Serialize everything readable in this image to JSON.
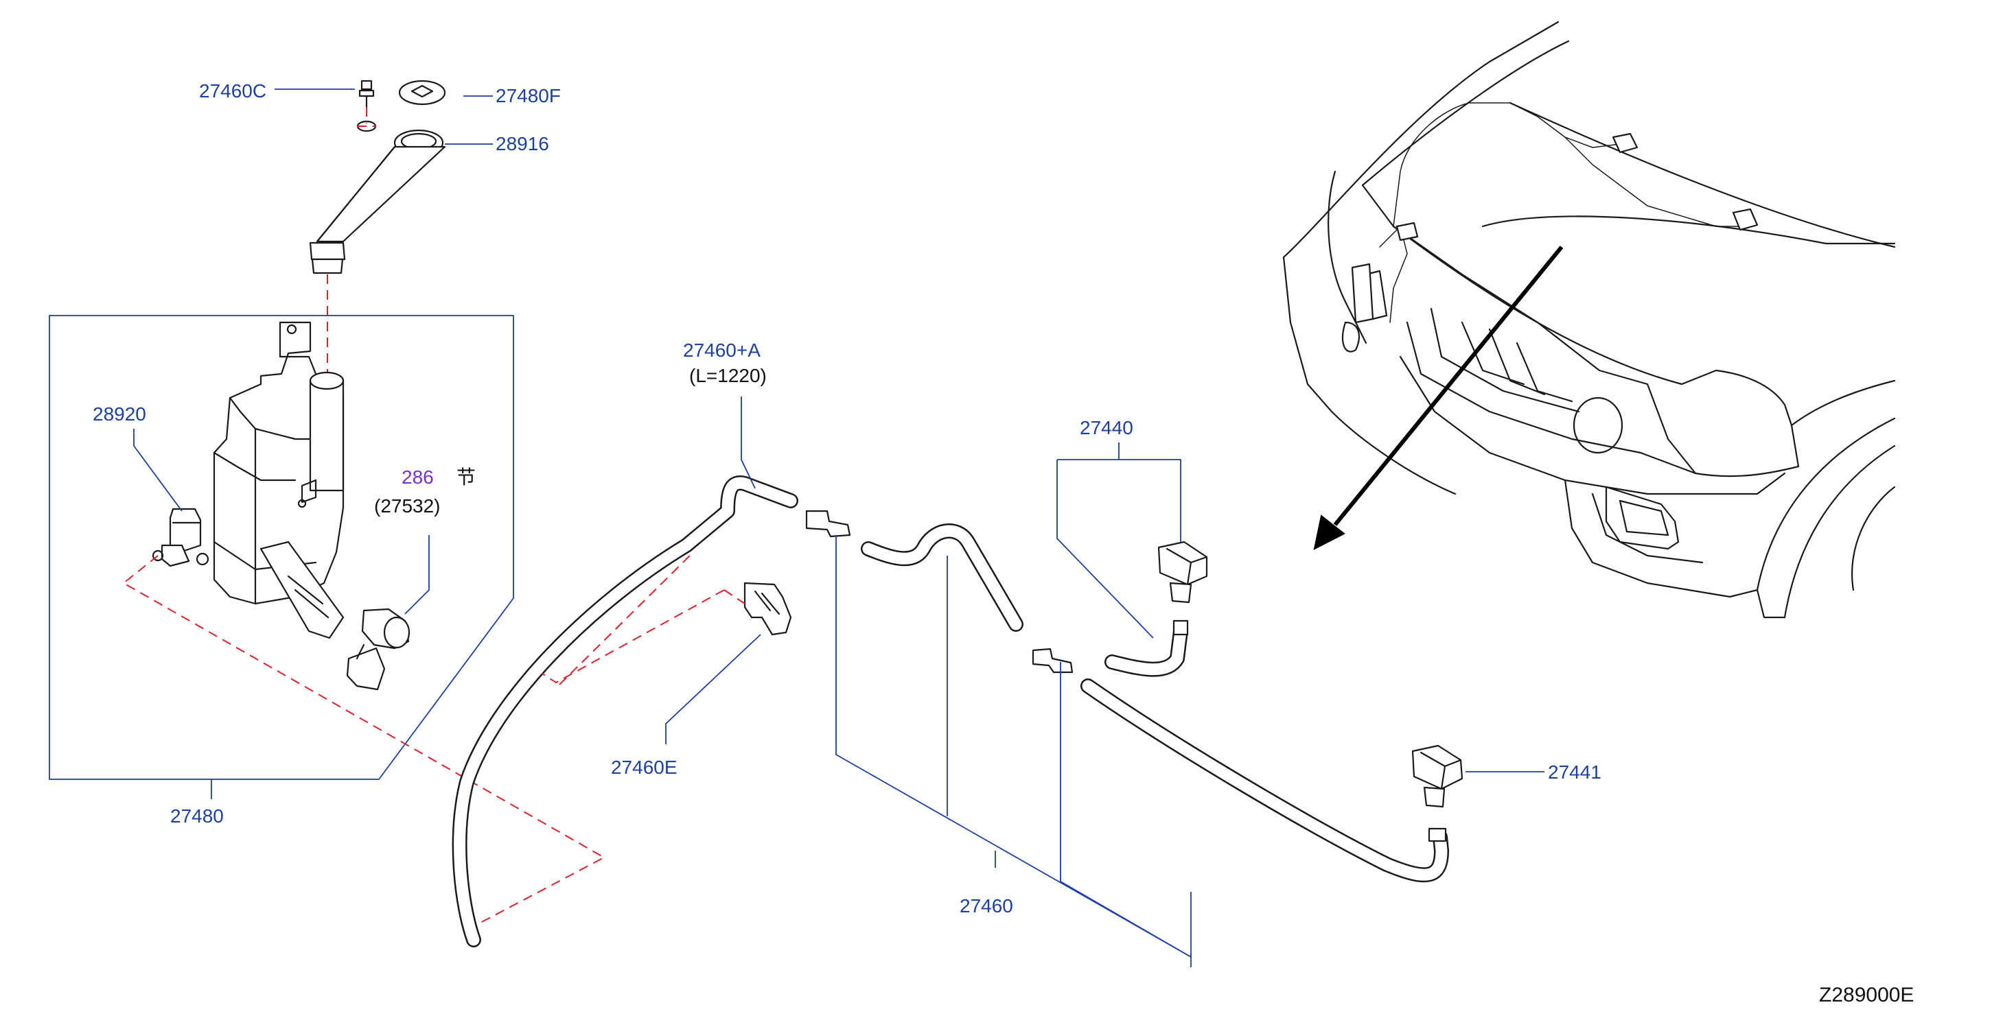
{
  "colors": {
    "label": "#1c3fa8",
    "label_alt": "#7a2fd0",
    "label_dark": "#111111",
    "ink": "#1a1a1a",
    "dashed": "#e0202a"
  },
  "labels": {
    "p27460C": "27460C",
    "p27480F": "27480F",
    "p28916": "28916",
    "p28920": "28920",
    "p286": "286",
    "p286_glyph": "节",
    "p27532": "(27532)",
    "p27480": "27480",
    "p27460A": "27460+A",
    "p27460A_len": "(L=1220)",
    "p27460E": "27460E",
    "p27440": "27440",
    "p27460": "27460",
    "p27441": "27441",
    "diagram_code": "Z289000E"
  }
}
